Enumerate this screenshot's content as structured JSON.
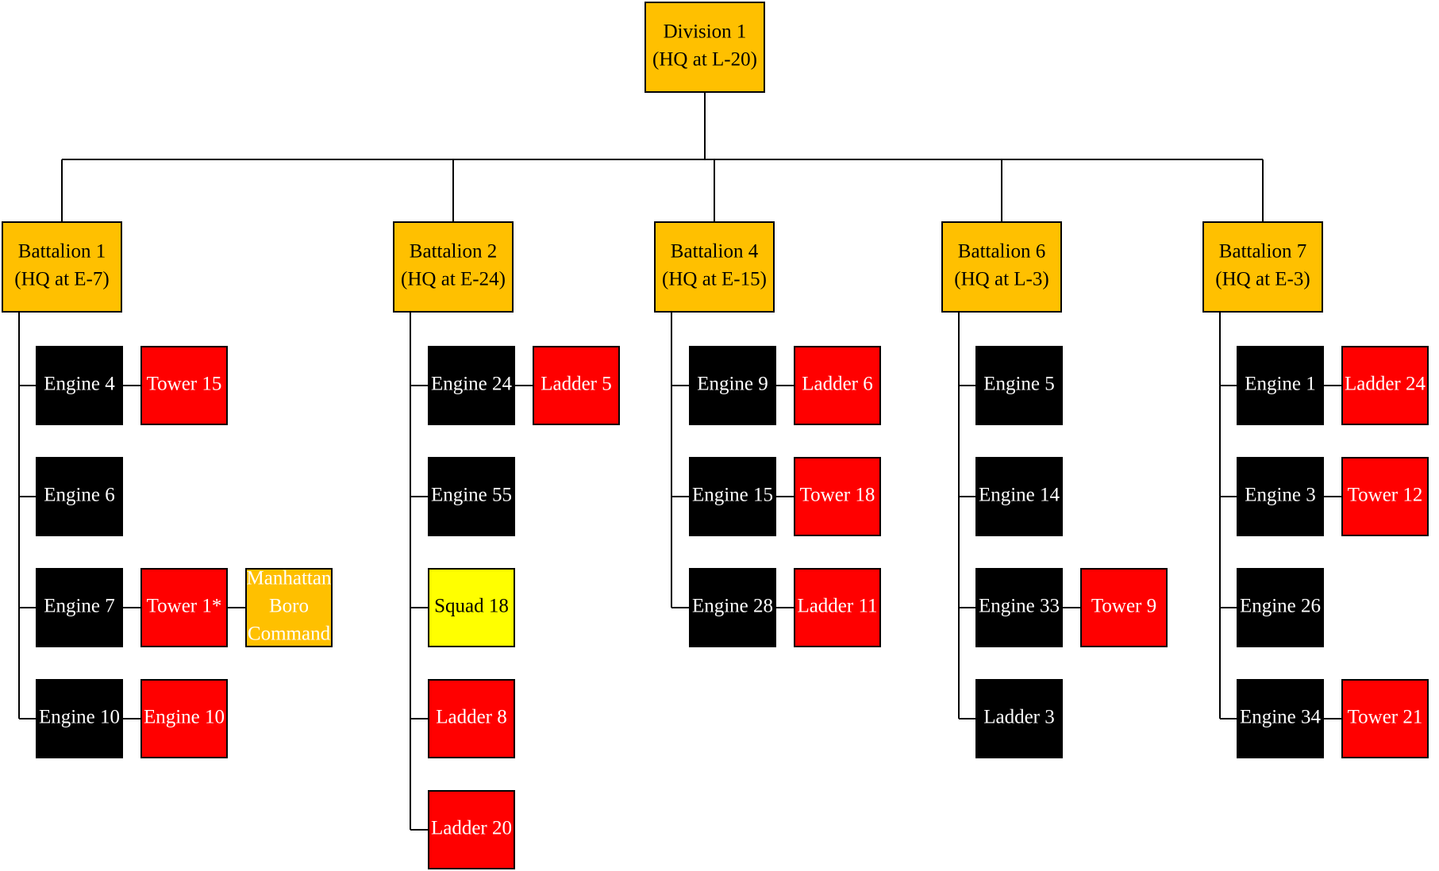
{
  "colors": {
    "hq": "#FFC000",
    "engine": "#000000",
    "truck": "#FF0000",
    "squad": "#FFFF00",
    "hq_text": "#000000",
    "light_text": "#FFFFFF",
    "line": "#000000"
  },
  "division": {
    "lines": [
      "Division 1",
      "(HQ at L-20)"
    ]
  },
  "battalions": [
    {
      "lines": [
        "Battalion 1",
        "(HQ at E-7)"
      ],
      "rows": [
        [
          {
            "label": "Engine 4",
            "kind": "engine"
          },
          {
            "label": "Tower 15",
            "kind": "truck"
          }
        ],
        [
          {
            "label": "Engine 6",
            "kind": "engine"
          }
        ],
        [
          {
            "label": "Engine 7",
            "kind": "engine"
          },
          {
            "label": "Tower 1*",
            "kind": "truck"
          },
          {
            "label": "Manhattan Boro Command",
            "kind": "hq_light",
            "lines": [
              "Manhattan",
              "Boro",
              "Command"
            ]
          }
        ],
        [
          {
            "label": "Engine 10",
            "kind": "engine"
          },
          {
            "label": "Engine 10",
            "kind": "truck"
          }
        ]
      ]
    },
    {
      "lines": [
        "Battalion 2",
        "(HQ at E-24)"
      ],
      "rows": [
        [
          {
            "label": "Engine 24",
            "kind": "engine"
          },
          {
            "label": "Ladder 5",
            "kind": "truck"
          }
        ],
        [
          {
            "label": "Engine 55",
            "kind": "engine"
          }
        ],
        [
          {
            "label": "Squad 18",
            "kind": "squad"
          }
        ],
        [
          {
            "label": "Ladder 8",
            "kind": "truck"
          }
        ],
        [
          {
            "label": "Ladder 20",
            "kind": "truck"
          }
        ]
      ]
    },
    {
      "lines": [
        "Battalion 4",
        "(HQ at E-15)"
      ],
      "rows": [
        [
          {
            "label": "Engine 9",
            "kind": "engine"
          },
          {
            "label": "Ladder 6",
            "kind": "truck"
          }
        ],
        [
          {
            "label": "Engine 15",
            "kind": "engine"
          },
          {
            "label": "Tower 18",
            "kind": "truck"
          }
        ],
        [
          {
            "label": "Engine 28",
            "kind": "engine"
          },
          {
            "label": "Ladder 11",
            "kind": "truck"
          }
        ]
      ]
    },
    {
      "lines": [
        "Battalion 6",
        "(HQ at L-3)"
      ],
      "rows": [
        [
          {
            "label": "Engine 5",
            "kind": "engine"
          }
        ],
        [
          {
            "label": "Engine 14",
            "kind": "engine"
          }
        ],
        [
          {
            "label": "Engine 33",
            "kind": "engine"
          },
          {
            "label": "Tower 9",
            "kind": "truck"
          }
        ],
        [
          {
            "label": "Ladder 3",
            "kind": "engine"
          }
        ]
      ]
    },
    {
      "lines": [
        "Battalion 7",
        "(HQ at E-3)"
      ],
      "rows": [
        [
          {
            "label": "Engine 1",
            "kind": "engine"
          },
          {
            "label": "Ladder 24",
            "kind": "truck"
          }
        ],
        [
          {
            "label": "Engine 3",
            "kind": "engine"
          },
          {
            "label": "Tower 12",
            "kind": "truck"
          }
        ],
        [
          {
            "label": "Engine 26",
            "kind": "engine"
          }
        ],
        [
          {
            "label": "Engine 34",
            "kind": "engine"
          },
          {
            "label": "Tower 21",
            "kind": "truck"
          }
        ]
      ]
    }
  ]
}
